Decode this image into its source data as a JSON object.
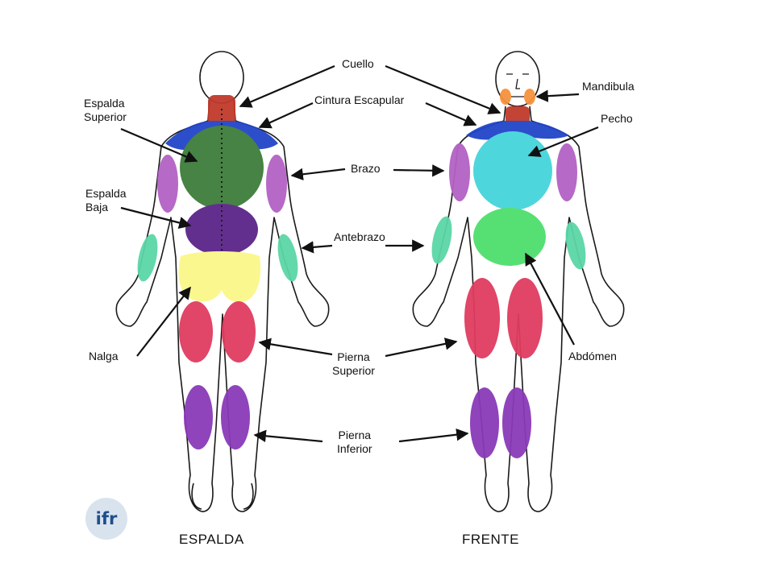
{
  "labels": {
    "cuello": "Cuello",
    "cintura_escapular": "Cintura Escapular",
    "espalda_superior_1": "Espalda",
    "espalda_superior_2": "Superior",
    "espalda_baja_1": "Espalda",
    "espalda_baja_2": "Baja",
    "brazo": "Brazo",
    "antebrazo": "Antebrazo",
    "nalga": "Nalga",
    "pierna_superior_1": "Pierna",
    "pierna_superior_2": "Superior",
    "pierna_inferior_1": "Pierna",
    "pierna_inferior_2": "Inferior",
    "mandibula": "Mandibula",
    "pecho": "Pecho",
    "abdomen": "Abdómen"
  },
  "views": {
    "back": "ESPALDA",
    "front": "FRENTE"
  },
  "logo": "ifr",
  "colors": {
    "neck": "#c0392b",
    "shoulder": "#2145c9",
    "upper_back": "#3e7d3a",
    "lower_back": "#5b2489",
    "buttock": "#fbf78a",
    "upper_arm": "#b362c4",
    "forearm": "#5bd6a7",
    "thigh": "#e03c5f",
    "calf": "#8a3ab8",
    "chest": "#45d4dc",
    "abdomen": "#4ddf6d",
    "jaw": "#f4913c",
    "outline": "#1a1a1a"
  }
}
